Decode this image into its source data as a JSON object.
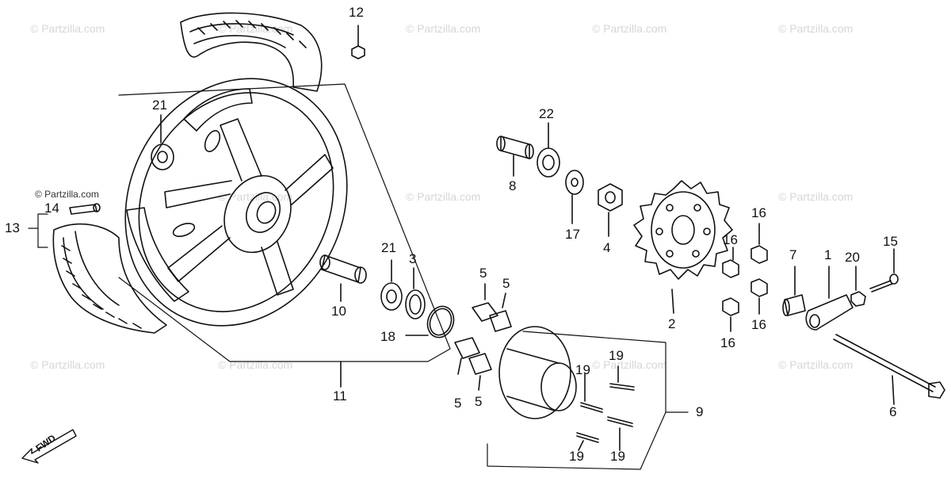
{
  "watermark": "© Partzilla.com",
  "fwd_label": "FWD",
  "callouts": {
    "c1": "1",
    "c2": "2",
    "c3": "3",
    "c4": "4",
    "c5a": "5",
    "c5b": "5",
    "c5c": "5",
    "c5d": "5",
    "c6": "6",
    "c7": "7",
    "c8": "8",
    "c9": "9",
    "c10": "10",
    "c11": "11",
    "c12": "12",
    "c13": "13",
    "c14": "14",
    "c15": "15",
    "c16a": "16",
    "c16b": "16",
    "c16c": "16",
    "c16d": "16",
    "c17": "17",
    "c18": "18",
    "c19a": "19",
    "c19b": "19",
    "c19c": "19",
    "c19d": "19",
    "c20": "20",
    "c21a": "21",
    "c21b": "21",
    "c22": "22"
  },
  "colors": {
    "ink": "#111111",
    "watermark": "#d6d6d6"
  }
}
